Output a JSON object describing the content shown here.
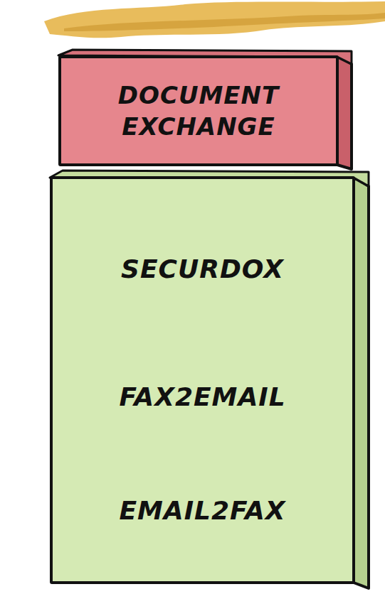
{
  "diagram": {
    "nodes": [
      {
        "text": [
          "DOCUMENT EXCHANGE"
        ]
      },
      {
        "text": [
          "SECURDOX",
          "FAX2EMAIL",
          "EMAIL2FAX"
        ]
      }
    ]
  }
}
